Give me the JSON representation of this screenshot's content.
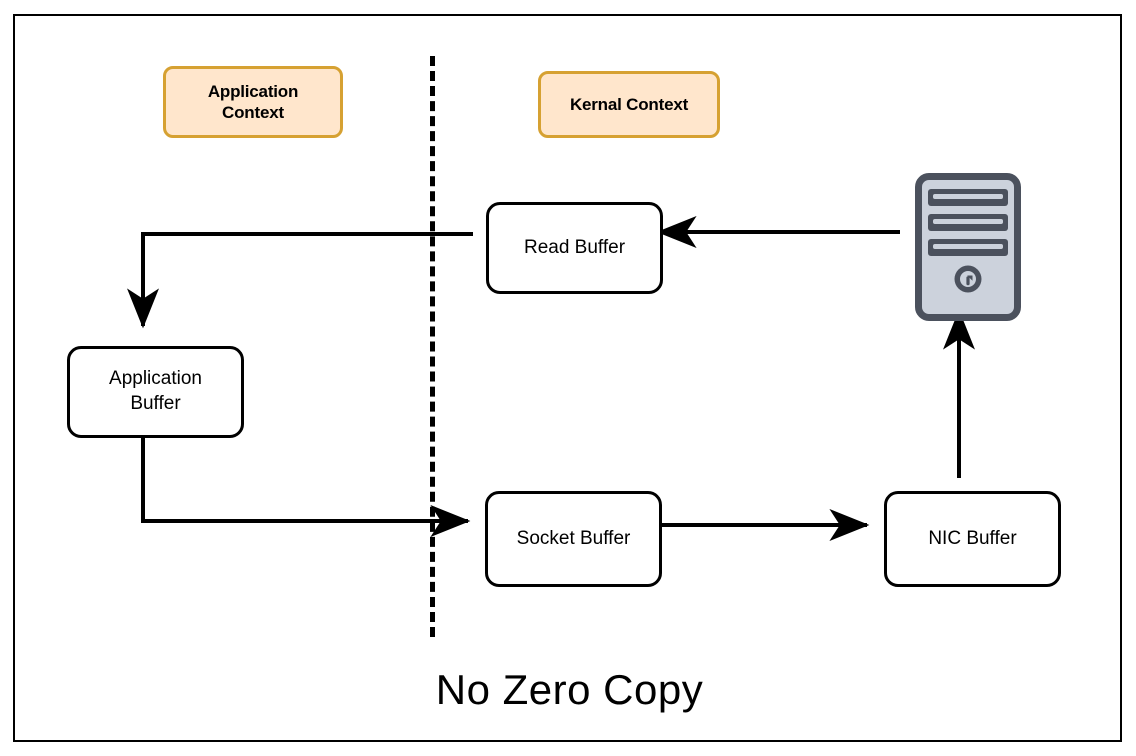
{
  "diagram": {
    "caption": "No Zero Copy",
    "context_labels": [
      {
        "id": "application-context",
        "text": "Application\nContext"
      },
      {
        "id": "kernal-context",
        "text": "Kernal Context"
      }
    ],
    "nodes": [
      {
        "id": "read-buffer",
        "label": "Read Buffer"
      },
      {
        "id": "application-buffer",
        "label": "Application\nBuffer"
      },
      {
        "id": "socket-buffer",
        "label": "Socket Buffer"
      },
      {
        "id": "nic-buffer",
        "label": "NIC Buffer"
      },
      {
        "id": "server",
        "label": "server-icon"
      }
    ],
    "edges": [
      {
        "from": "server",
        "to": "read-buffer",
        "direction": "left"
      },
      {
        "from": "read-buffer",
        "to": "application-buffer",
        "direction": "down"
      },
      {
        "from": "application-buffer",
        "to": "socket-buffer",
        "direction": "right"
      },
      {
        "from": "socket-buffer",
        "to": "nic-buffer",
        "direction": "right"
      },
      {
        "from": "nic-buffer",
        "to": "server",
        "direction": "up"
      }
    ],
    "divider": {
      "id": "context-divider",
      "style": "dashed",
      "orientation": "vertical"
    },
    "colors": {
      "context_fill": "#ffe6cc",
      "context_border": "#d6a132",
      "node_border": "#000000",
      "node_fill": "#ffffff",
      "server_body": "#ccd2dc",
      "server_outline": "#4b515d",
      "frame": "#000000"
    }
  }
}
